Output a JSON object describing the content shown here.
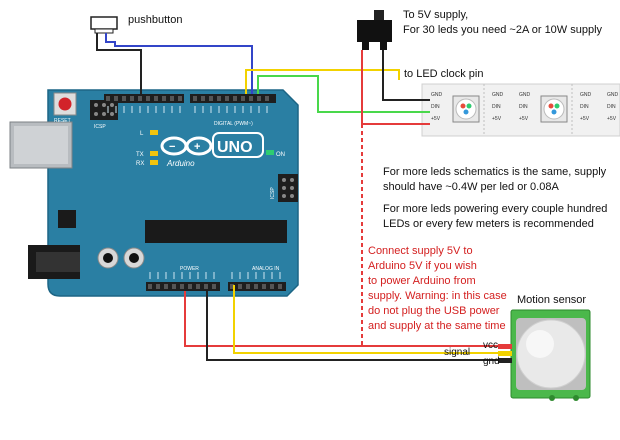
{
  "labels": {
    "pushbutton": "pushbutton",
    "supply_line1": "To 5V supply,",
    "supply_line2": "For 30 leds you need ~2A or 10W supply",
    "led_clock": "to LED clock pin",
    "more_leds_1": "For more leds schematics is the same, supply",
    "more_leds_2": "should have ~0.4W per led or 0.08A",
    "powering_1": "For more leds powering every couple hundred",
    "powering_2": "LEDs or every few meters is recommended",
    "connect_1": "Connect supply 5V to",
    "connect_2": "Arduino 5V if you wish",
    "connect_3": "to power Arduino from",
    "connect_4": "supply. Warning: in this case",
    "connect_5": "do not plug the USB power",
    "connect_6": "and supply at the same time",
    "motion_sensor": "Motion sensor",
    "vcc": "vcc",
    "signal": "signal",
    "gnd": "gnd"
  },
  "arduino": {
    "reset": "RESET",
    "icsp": "ICSP",
    "icsp2": "ICSP",
    "uno": "UNO",
    "brand": "Arduino",
    "digital": "DIGITAL (PWM~)",
    "analog_in": "ANALOG IN",
    "power": "POWER",
    "on": "ON",
    "tx": "TX",
    "rx": "RX",
    "l": "L"
  },
  "strip": {
    "pin_gnd": "GND",
    "pin_din": "DIN",
    "pin_5v": "+5V"
  },
  "colors": {
    "board": "#2a7fa3",
    "red_wire": "#e53b3b",
    "black_wire": "#222222",
    "blue_wire": "#3345c8",
    "yellow_wire": "#f2d200",
    "green_wire": "#49d84b",
    "warning_text": "#d42020"
  }
}
